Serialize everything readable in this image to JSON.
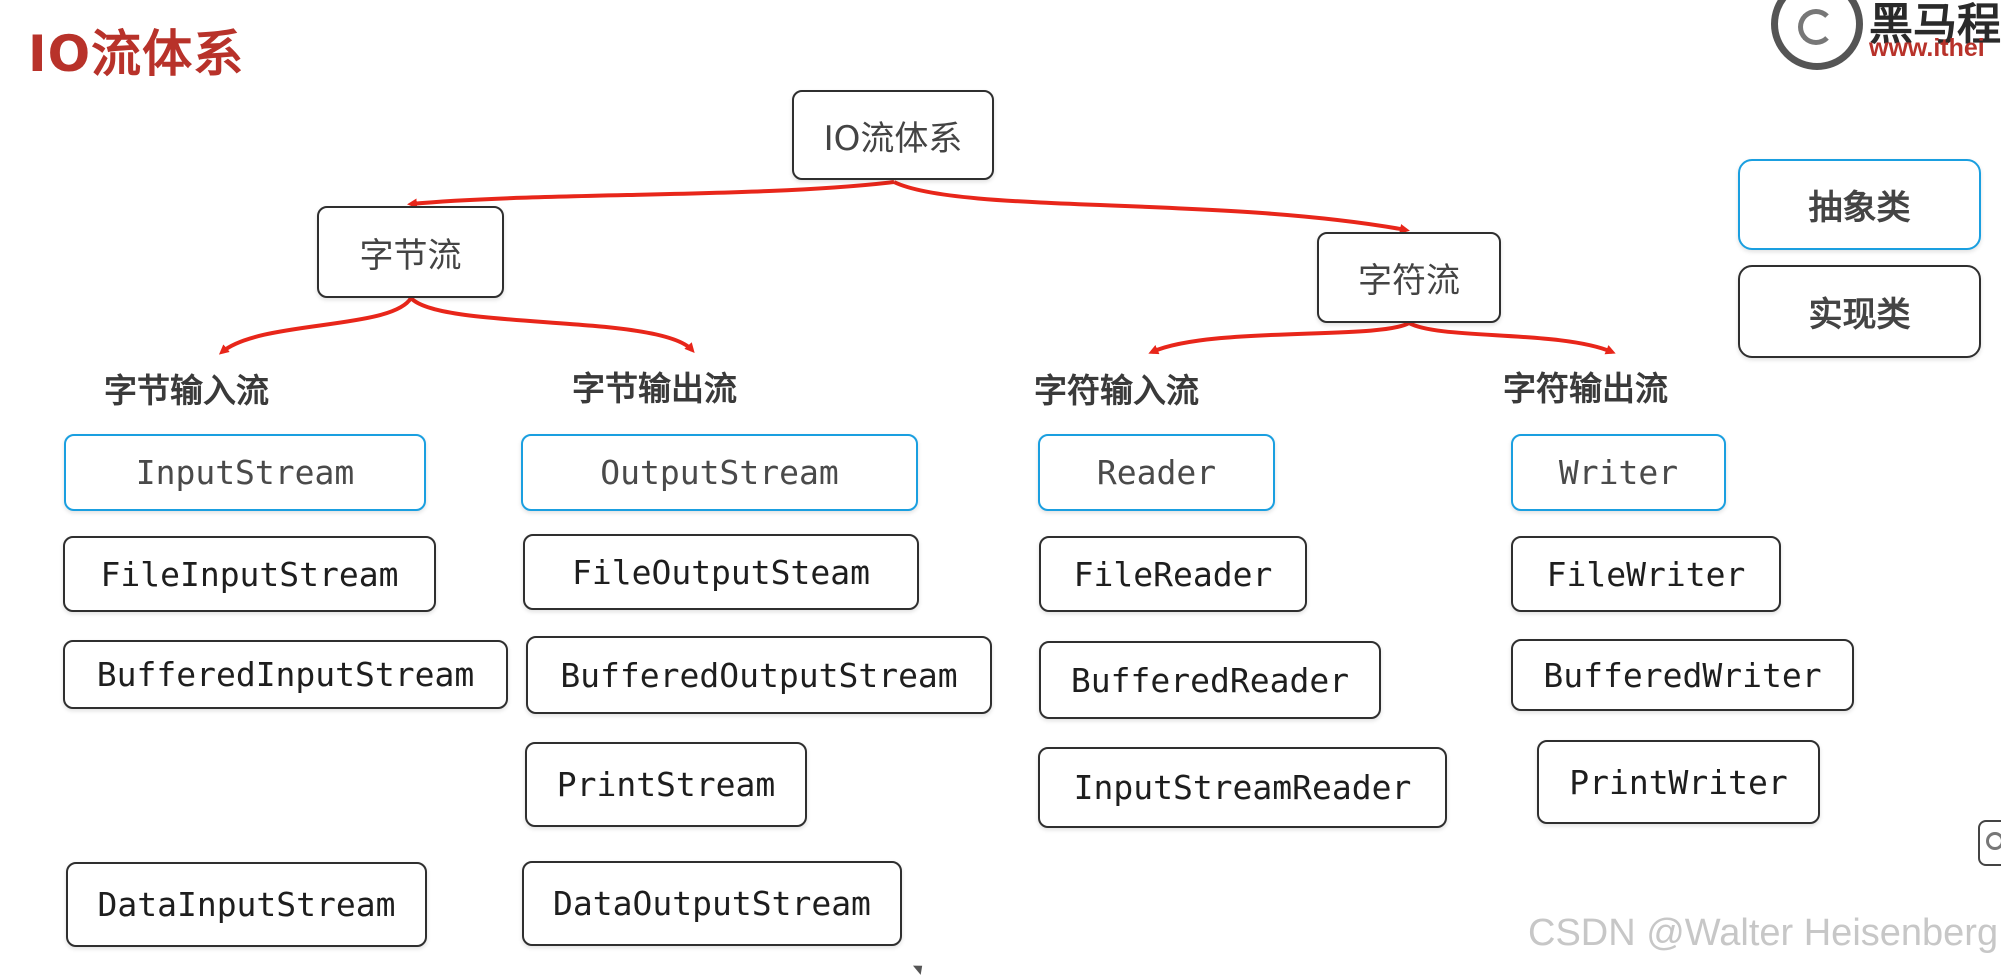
{
  "page": {
    "title": "IO流体系"
  },
  "brand": {
    "name": "黑马程",
    "url": "www.ithei"
  },
  "root": {
    "label": "IO流体系"
  },
  "branches": [
    {
      "label": "字节流"
    },
    {
      "label": "字符流"
    }
  ],
  "groups": [
    {
      "heading": "字节输入流",
      "abstract": "InputStream",
      "classes": [
        "FileInputStream",
        "BufferedInputStream",
        "DataInputStream"
      ]
    },
    {
      "heading": "字节输出流",
      "abstract": "OutputStream",
      "classes": [
        "FileOutputSteam",
        "BufferedOutputStream",
        "PrintStream",
        "DataOutputStream"
      ]
    },
    {
      "heading": "字符输入流",
      "abstract": "Reader",
      "classes": [
        "FileReader",
        "BufferedReader",
        "InputStreamReader"
      ]
    },
    {
      "heading": "字符输出流",
      "abstract": "Writer",
      "classes": [
        "FileWriter",
        "BufferedWriter",
        "PrintWriter"
      ]
    }
  ],
  "legend": {
    "abstract": "抽象类",
    "concrete": "实现类"
  },
  "watermark": "CSDN @Walter Heisenberg",
  "colors": {
    "title": "#b8322a",
    "arrow": "#e8261a",
    "abstract_border": "#1a9fe0",
    "concrete_border": "#2f2f2f"
  }
}
